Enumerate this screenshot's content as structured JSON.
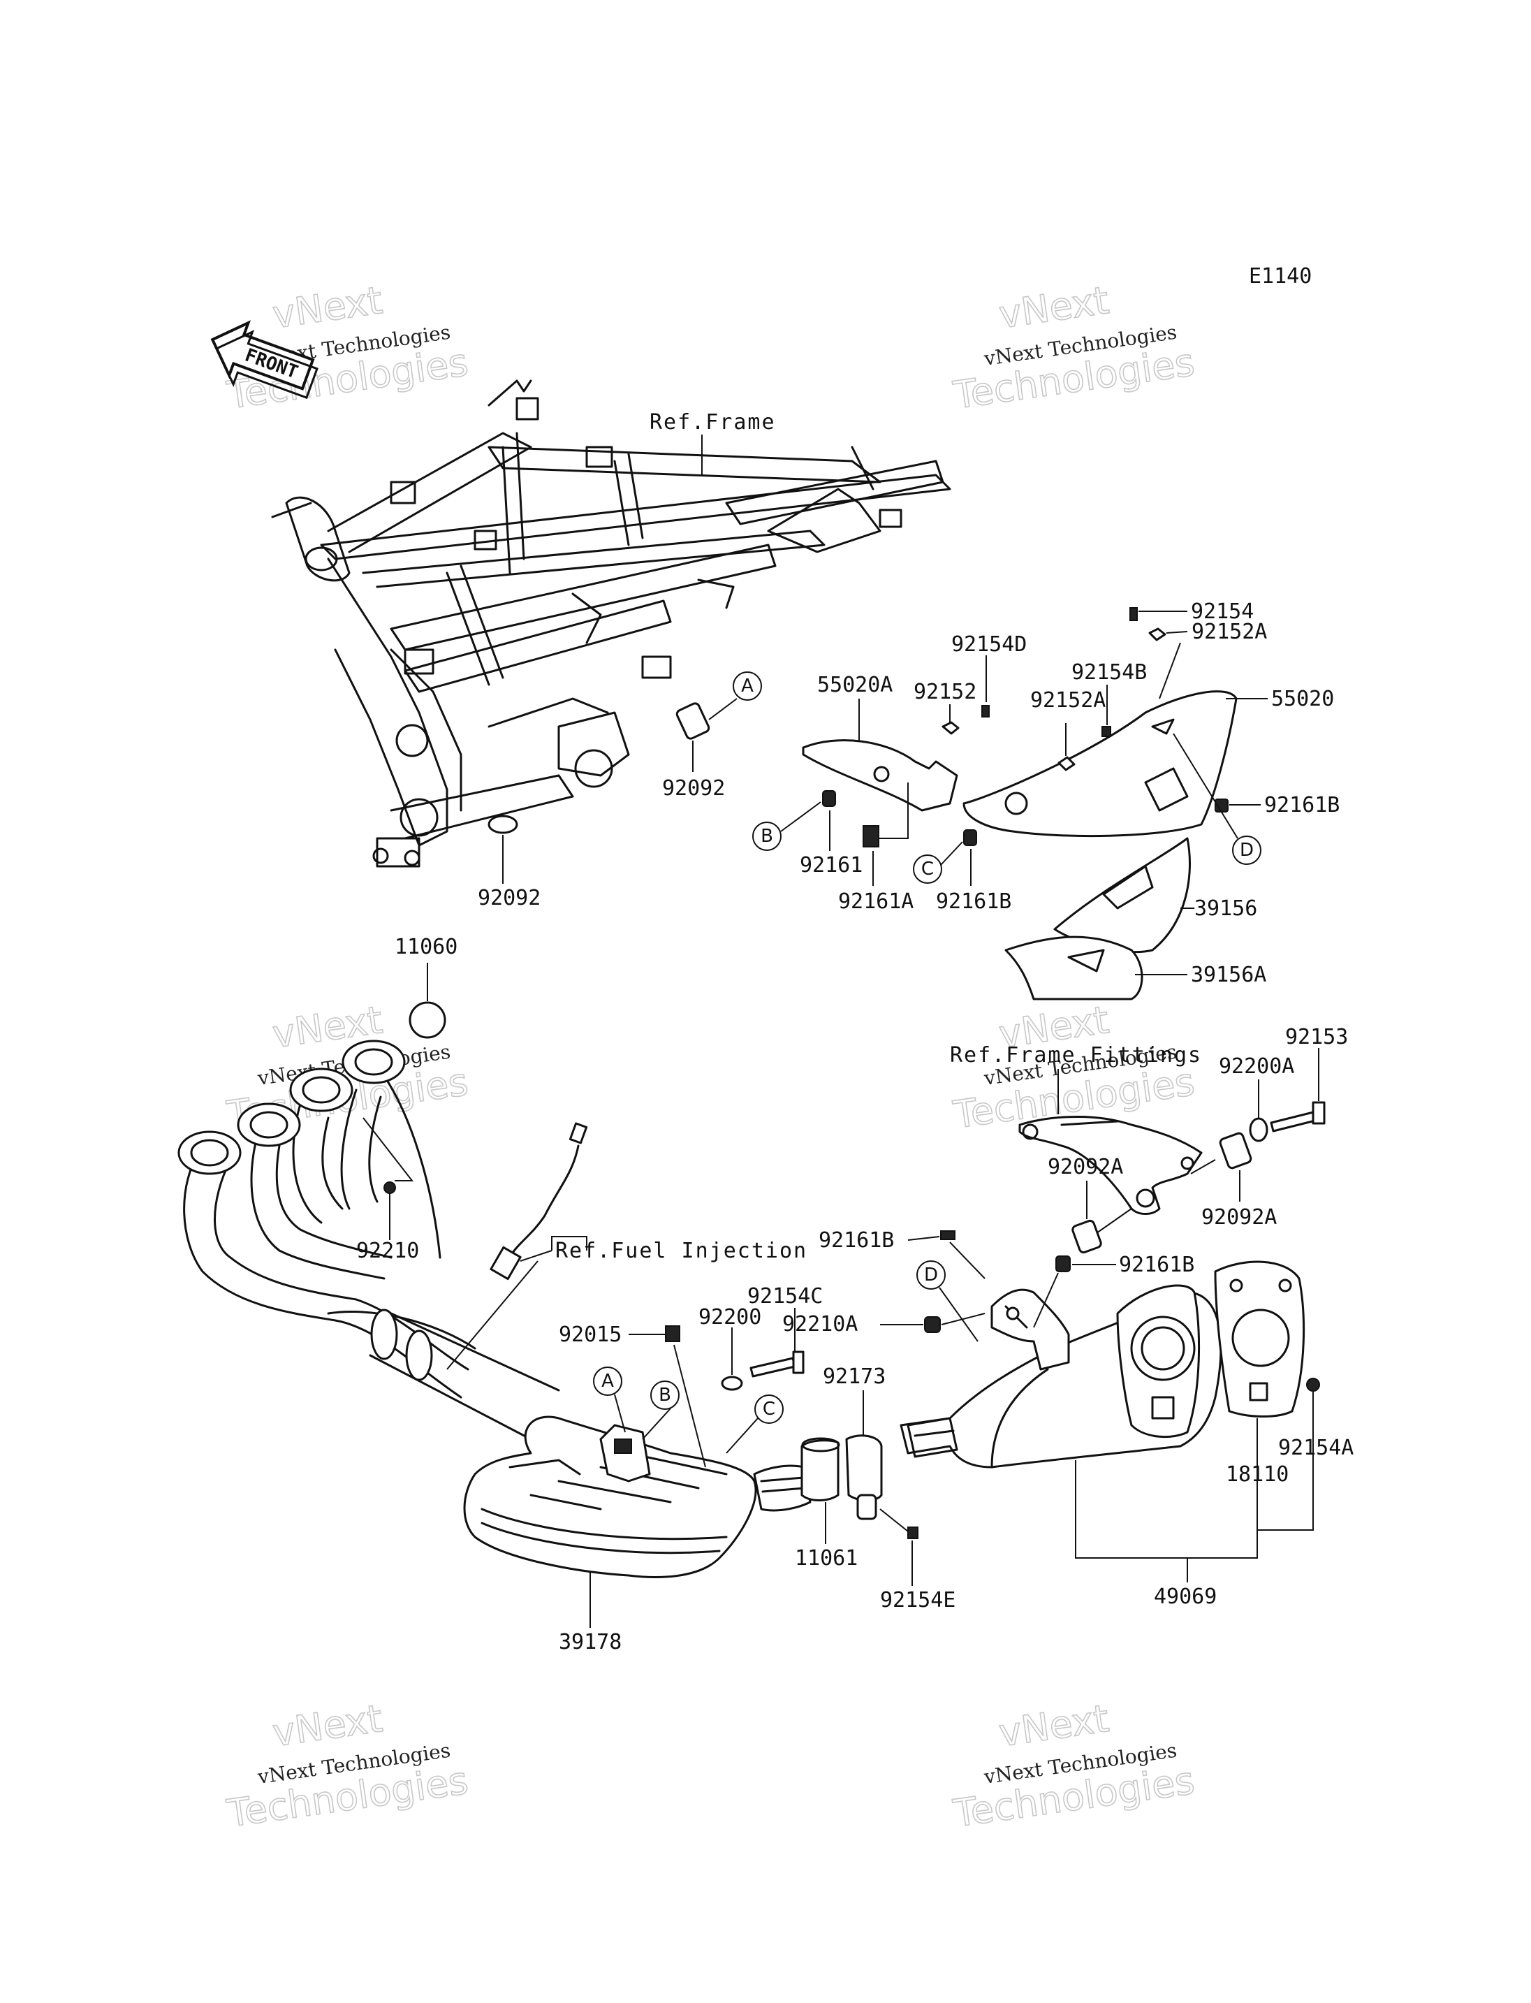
{
  "diagram_code": "E1140",
  "front_label": "FRONT",
  "watermarks": [
    {
      "line1": "vNext Technologies",
      "line2": "vNext",
      "line3": "Technologies"
    },
    {
      "line1": "vNext Technologies",
      "line2": "vNext",
      "line3": "Technologies"
    },
    {
      "line1": "vNext Technologies",
      "line2": "vNext",
      "line3": "Technologies"
    },
    {
      "line1": "vNext Technologies",
      "line2": "vNext",
      "line3": "Technologies"
    },
    {
      "line1": "vNext Technologies",
      "line2": "vNext",
      "line3": "Technologies"
    },
    {
      "line1": "vNext Technologies",
      "line2": "vNext",
      "line3": "Technologies"
    }
  ],
  "references": {
    "frame": "Ref.Frame",
    "frame_fittings": "Ref.Frame Fittings",
    "fuel_injection": "Ref.Fuel Injection"
  },
  "callouts": {
    "a": "A",
    "b": "B",
    "c": "C",
    "d": "D"
  },
  "parts": {
    "p92092_upper": "92092",
    "p92092_lower": "92092",
    "p55020A": "55020A",
    "p92152": "92152",
    "p92154D": "92154D",
    "p92154": "92154",
    "p92152A_top": "92152A",
    "p92154B": "92154B",
    "p92152A": "92152A",
    "p55020": "55020",
    "p92161B_right": "92161B",
    "p92161": "92161",
    "p92161A": "92161A",
    "p92161B_mid": "92161B",
    "p39156": "39156",
    "p39156A": "39156A",
    "p11060": "11060",
    "p92210": "92210",
    "p92153": "92153",
    "p92200A": "92200A",
    "p92092A_left": "92092A",
    "p92092A_right": "92092A",
    "p92161B_low_left": "92161B",
    "p92161B_low_right": "92161B",
    "p92154C": "92154C",
    "p92200": "92200",
    "p92015": "92015",
    "p92210A": "92210A",
    "p92173": "92173",
    "p92154A": "92154A",
    "p18110": "18110",
    "p11061": "11061",
    "p92154E": "92154E",
    "p49069": "49069",
    "p39178": "39178"
  }
}
